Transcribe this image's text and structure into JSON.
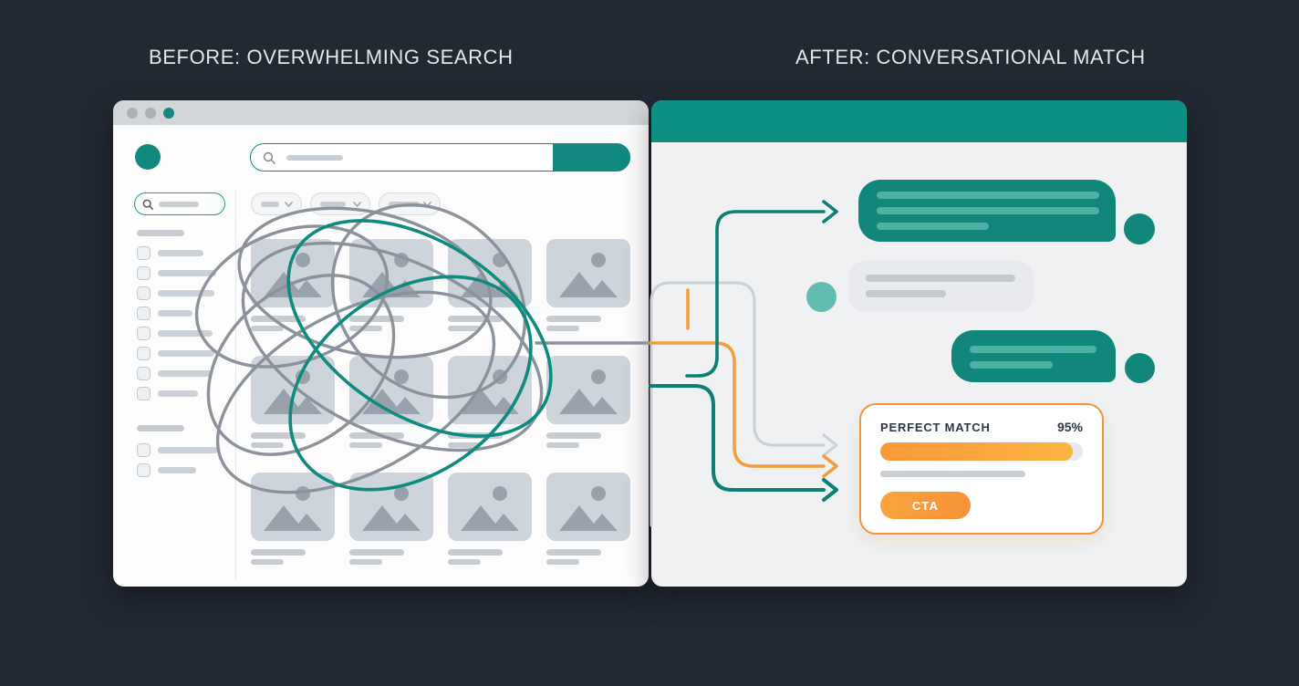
{
  "headings": {
    "before": "BEFORE: OVERWHELMING SEARCH",
    "after": "AFTER: CONVERSATIONAL MATCH"
  },
  "left_window": {
    "description": "cluttered e-commerce search results mockup with tangled lines",
    "traffic_lights": [
      "#a9b0b6",
      "#a9b0b6",
      "#12897e"
    ],
    "search_bar": {
      "placeholder_text": "",
      "has_button": true
    },
    "filter_pill_count": 3,
    "sidebar": {
      "groups": [
        {
          "heading_width": 52,
          "item_widths": [
            50,
            64,
            62,
            38,
            60,
            62,
            60,
            44
          ]
        },
        {
          "heading_width": 52,
          "item_widths": [
            66,
            42
          ]
        }
      ]
    },
    "grid": {
      "columns": 4,
      "rows": 3
    }
  },
  "right_panel": {
    "chat": {
      "bubbles": [
        {
          "from": "assistant",
          "align": "right",
          "line_widths": [
            244,
            244,
            123
          ]
        },
        {
          "from": "user",
          "align": "left",
          "line_widths": [
            164,
            88
          ]
        },
        {
          "from": "assistant",
          "align": "right",
          "line_widths": [
            139,
            91
          ]
        }
      ]
    },
    "match_card": {
      "title": "PERFECT MATCH",
      "percent_label": "95%",
      "progress_percent": 95,
      "cta_label": "CTA"
    }
  },
  "icons": {
    "search-icon": "magnifier",
    "chevron-down-icon": "v",
    "image-placeholder-icon": "sun and mountains",
    "arrow-right-icon": ">"
  },
  "colors": {
    "background": "#222933",
    "teal": "#0f8b80",
    "teal_bubble": "#11867b",
    "teal_light": "#63bcb1",
    "orange": "#f59c3b",
    "tangle_gray": "#8b929b",
    "connector_light_gray": "#ccd0d5",
    "panel_bg": "#eff1f3",
    "window_bg": "#fdfdfe",
    "titlebar": "#d2d6d9"
  }
}
